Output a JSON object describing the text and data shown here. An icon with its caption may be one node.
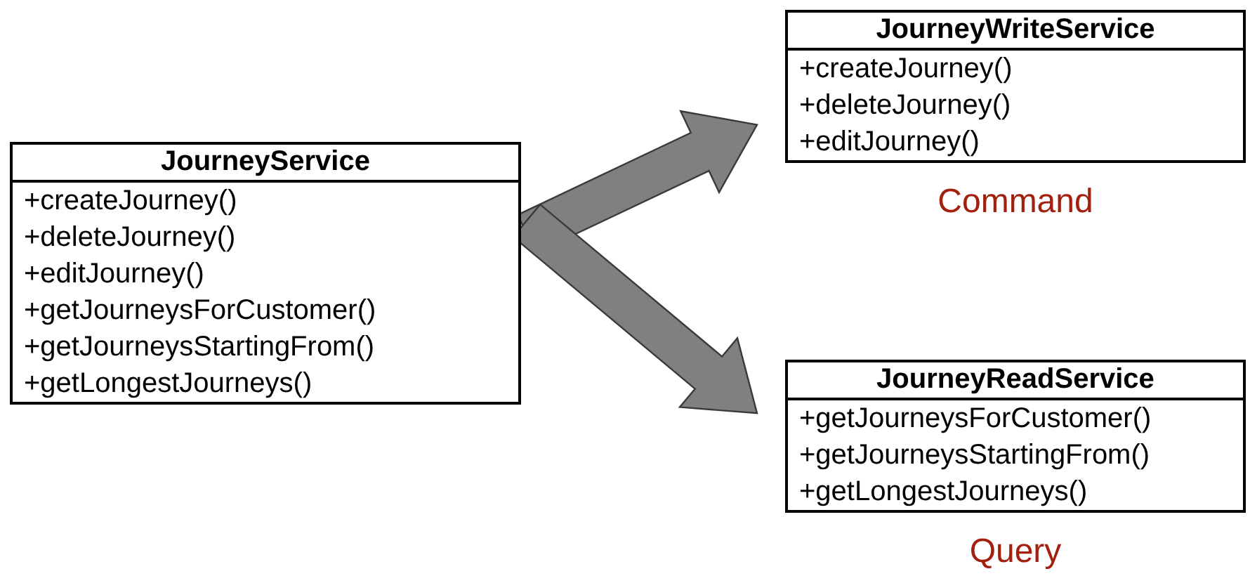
{
  "diagram": {
    "nodes": [
      {
        "text": [
          "JourneyService",
          "+createJourney()",
          "+deleteJourney()",
          "+editJourney()",
          "+getJourneysForCustomer()",
          "+getJourneysStartingFrom()",
          "+getLongestJourneys()"
        ]
      },
      {
        "text": [
          "JourneyWriteService",
          "+createJourney()",
          "+deleteJourney()",
          "+editJourney()"
        ],
        "beside": [
          "Command"
        ]
      },
      {
        "text": [
          "JourneyReadService",
          "+getJourneysForCustomer()",
          "+getJourneysStartingFrom()",
          "+getLongestJourneys()"
        ],
        "beside": [
          "Query"
        ]
      }
    ],
    "edges": [
      {
        "from": 0,
        "to": 1,
        "arrow": "to",
        "style": "thick"
      },
      {
        "from": 0,
        "to": 2,
        "arrow": "to",
        "style": "thick"
      }
    ]
  }
}
